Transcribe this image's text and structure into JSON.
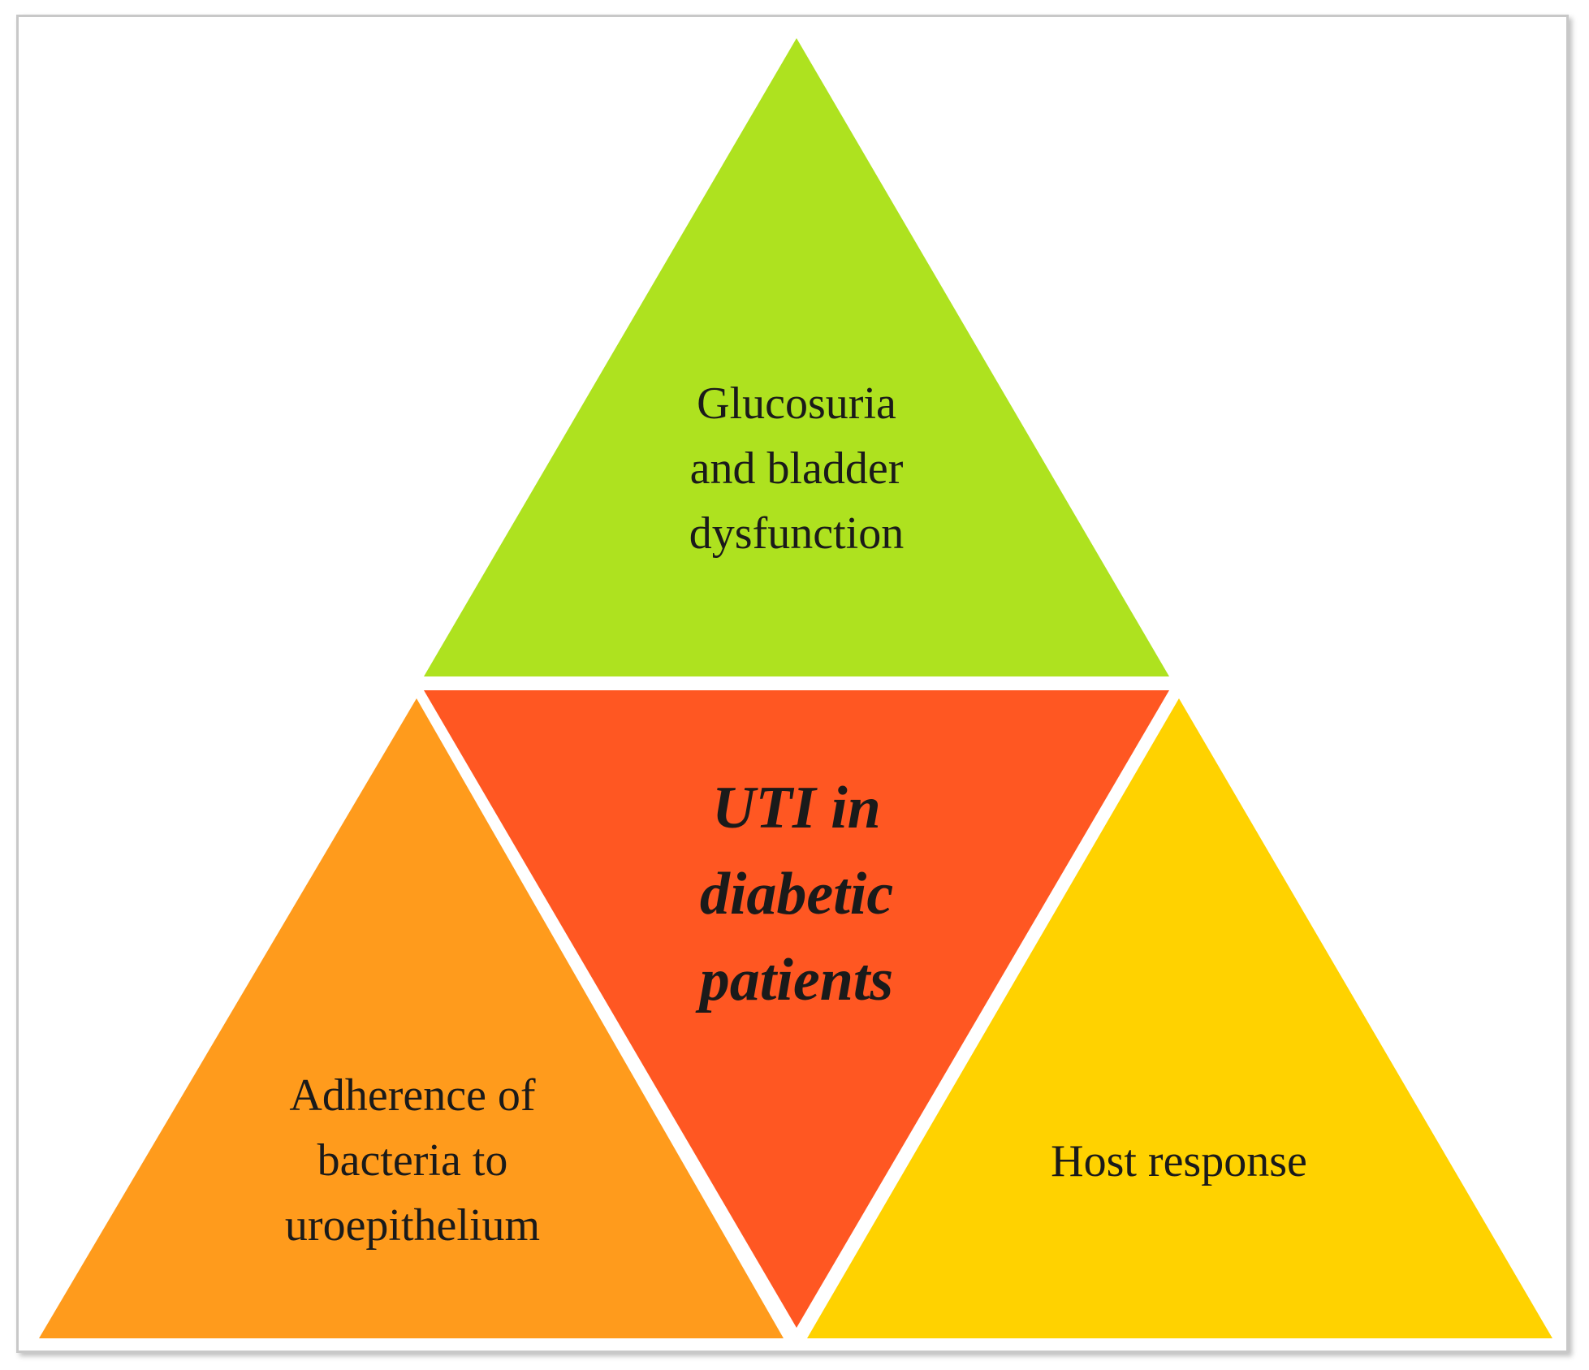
{
  "diagram": {
    "colors": {
      "top": "#aee21f",
      "center": "#ff5722",
      "left": "#ff9b1c",
      "right": "#ffd200",
      "frame": "#c8c8c8"
    },
    "top_label": [
      "Glucosuria",
      "and bladder",
      "dysfunction"
    ],
    "center_label": [
      "UTI in",
      "diabetic",
      "patients"
    ],
    "left_label": [
      "Adherence of",
      "bacteria to",
      "uroepithelium"
    ],
    "right_label": [
      "Host response"
    ]
  }
}
